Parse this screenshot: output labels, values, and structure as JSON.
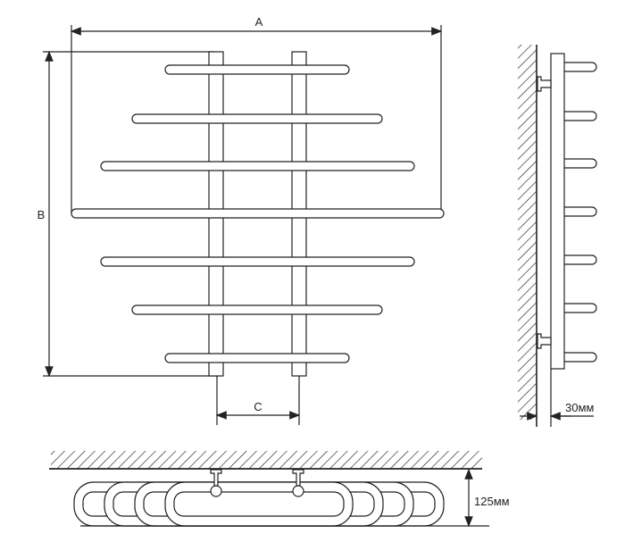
{
  "labels": {
    "dim_a": "A",
    "dim_b": "B",
    "dim_c": "C",
    "wall_gap": "30мм",
    "depth": "125мм"
  },
  "views": [
    "front-view",
    "side-view",
    "top-view"
  ],
  "bar_count": 7,
  "colors": {
    "line": "#222222",
    "background": "#ffffff"
  }
}
